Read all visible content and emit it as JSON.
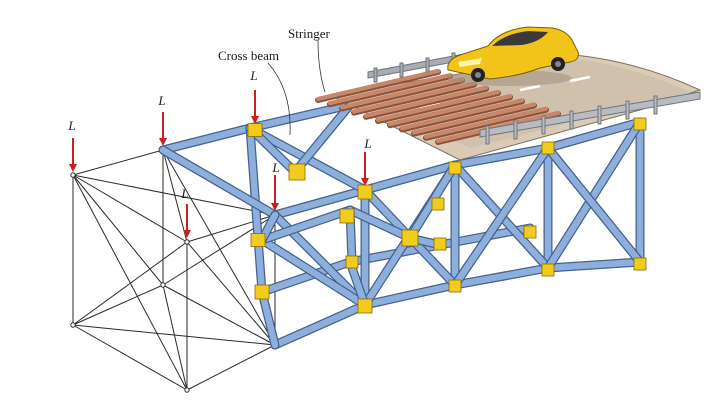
{
  "labels": {
    "stringer": "Stringer",
    "cross_beam": "Cross beam",
    "load": "L"
  },
  "colors": {
    "member_fill": "#8eaedc",
    "member_edge": "#44628f",
    "gusset": "#f2cc1c",
    "load_arrow": "#cc1f1f",
    "stringer_wood": "#c9866a",
    "deck": "#d9cbb6",
    "car": "#f2c41a",
    "guardrail": "#8a8f96",
    "wireframe": "#2a2a2a"
  },
  "icons": [
    "car-icon",
    "load-arrow-icon",
    "gusset-plate-icon"
  ]
}
